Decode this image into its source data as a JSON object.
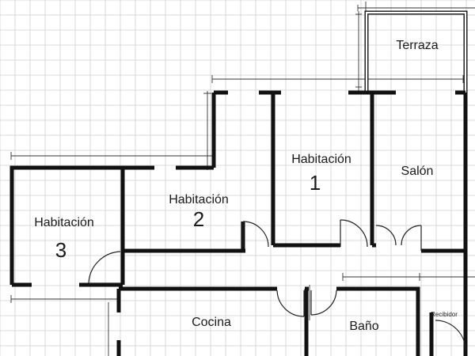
{
  "colors": {
    "background": "#ffffff",
    "grid": "#cfcfcf",
    "wall": "#111111",
    "text": "#1a1a1a"
  },
  "rooms": {
    "terraza": {
      "name": "Terraza"
    },
    "salon": {
      "name": "Salón"
    },
    "habitacion_1": {
      "name": "Habitación",
      "number": "1"
    },
    "habitacion_2": {
      "name": "Habitación",
      "number": "2"
    },
    "habitacion_3": {
      "name": "Habitación",
      "number": "3"
    },
    "cocina": {
      "name": "Cocina"
    },
    "bano": {
      "name": "Baño"
    },
    "recibidor": {
      "name": "Recibidor"
    }
  }
}
